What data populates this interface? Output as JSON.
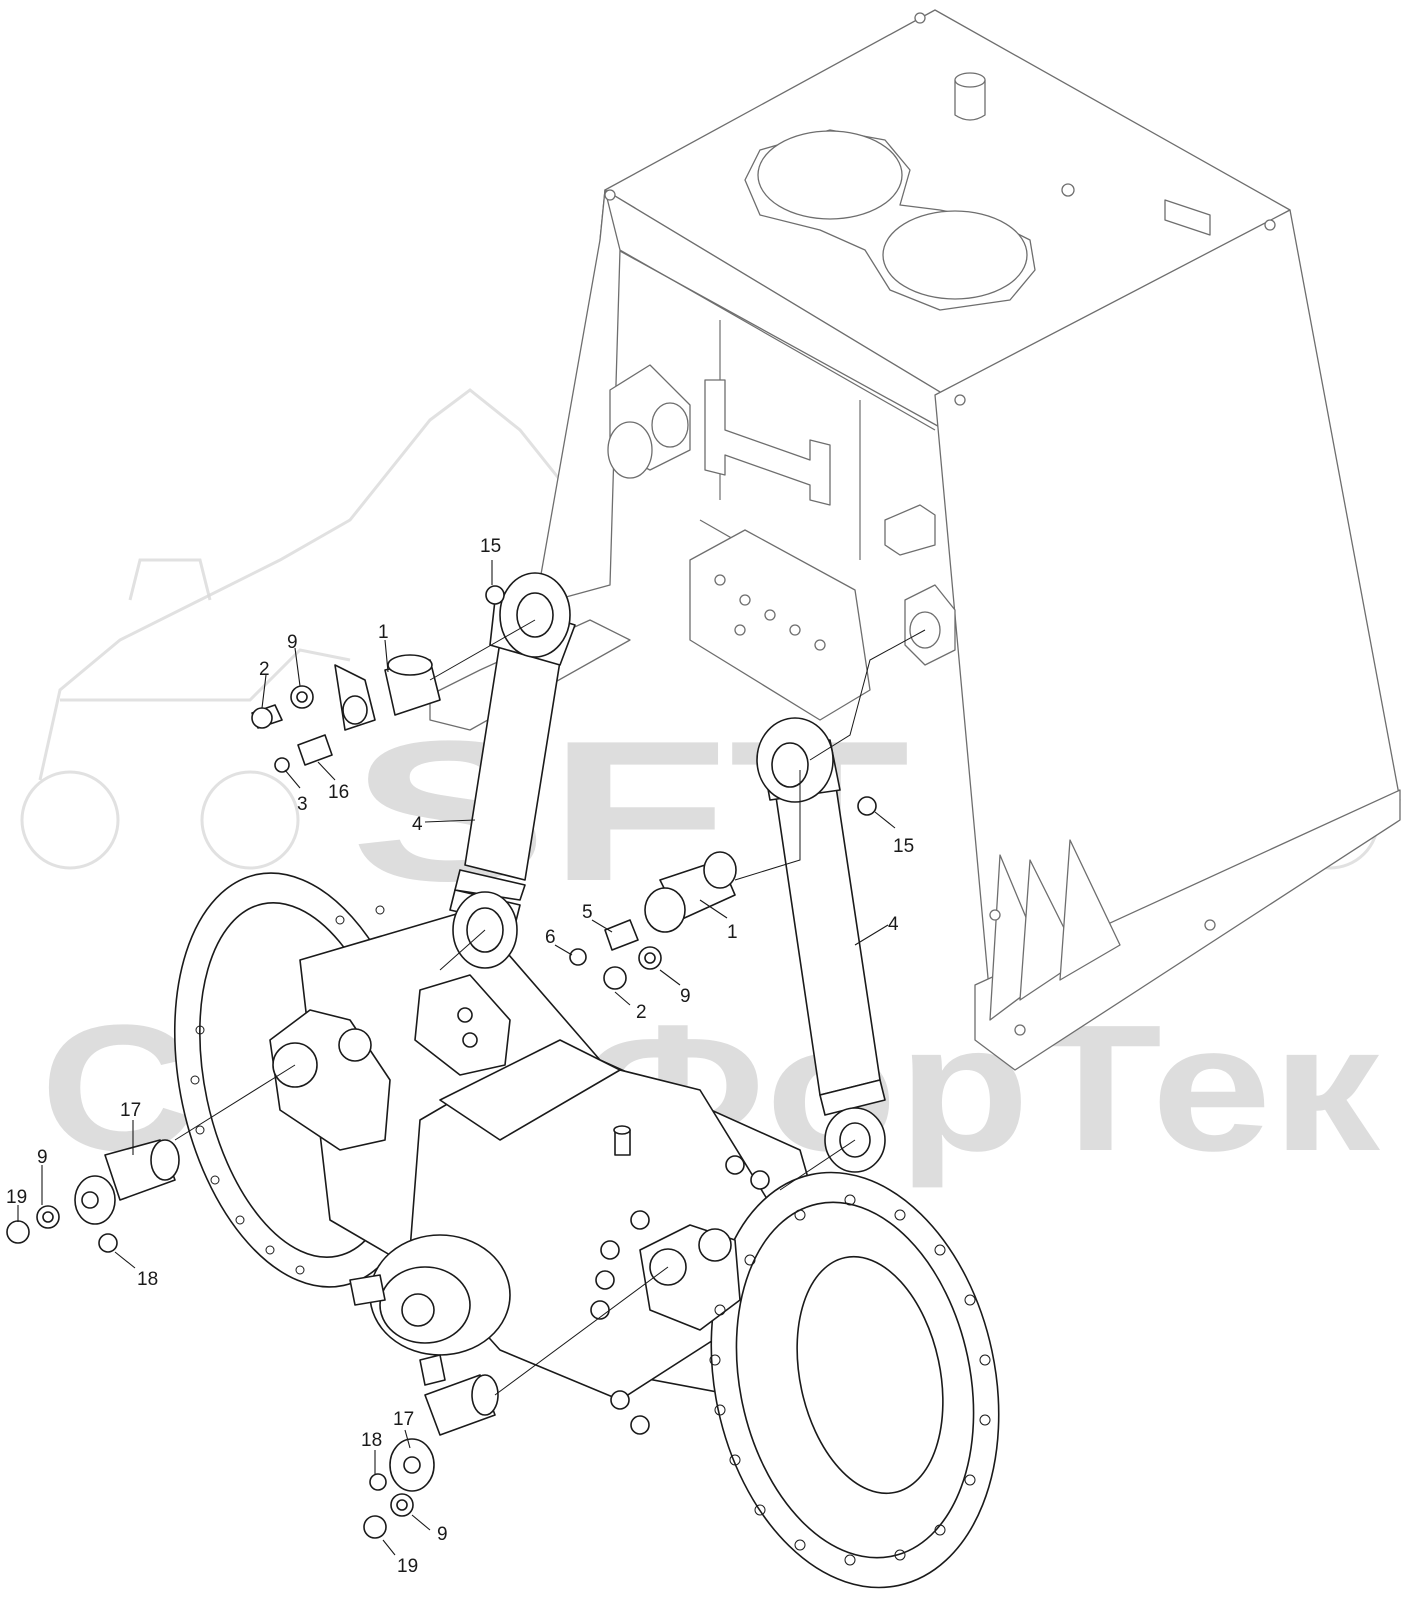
{
  "watermark": {
    "logo_text": "SFT",
    "brand_text": "СпецФорТек"
  },
  "callouts": [
    {
      "id": "c15a",
      "label": "15"
    },
    {
      "id": "c1a",
      "label": "1"
    },
    {
      "id": "c9a",
      "label": "9"
    },
    {
      "id": "c2a",
      "label": "2"
    },
    {
      "id": "c3a",
      "label": "3"
    },
    {
      "id": "c16",
      "label": "16"
    },
    {
      "id": "c4a",
      "label": "4"
    },
    {
      "id": "c15b",
      "label": "15"
    },
    {
      "id": "c5",
      "label": "5"
    },
    {
      "id": "c6",
      "label": "6"
    },
    {
      "id": "c1b",
      "label": "1"
    },
    {
      "id": "c9b",
      "label": "9"
    },
    {
      "id": "c2b",
      "label": "2"
    },
    {
      "id": "c4b",
      "label": "4"
    },
    {
      "id": "c17a",
      "label": "17"
    },
    {
      "id": "c9c",
      "label": "9"
    },
    {
      "id": "c19a",
      "label": "19"
    },
    {
      "id": "c18a",
      "label": "18"
    },
    {
      "id": "c17b",
      "label": "17"
    },
    {
      "id": "c18b",
      "label": "18"
    },
    {
      "id": "c9d",
      "label": "9"
    },
    {
      "id": "c19b",
      "label": "19"
    }
  ]
}
